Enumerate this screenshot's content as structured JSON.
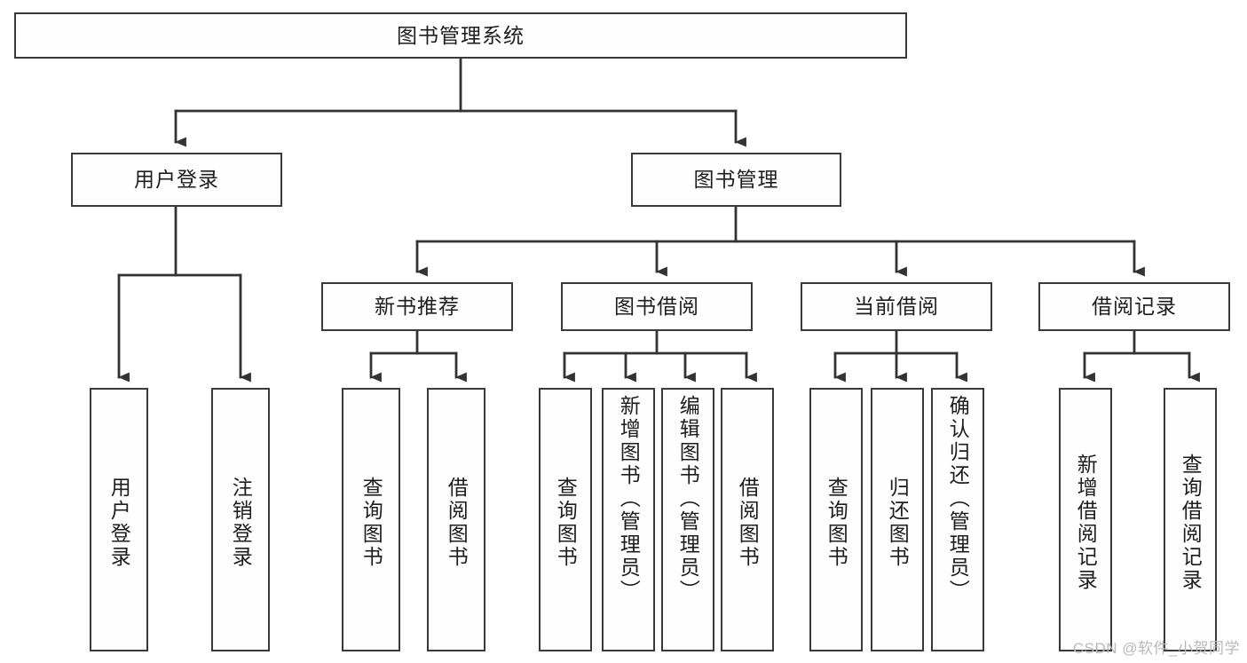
{
  "diagram": {
    "type": "tree-hierarchy-flowchart",
    "title": "图书管理系统",
    "watermark": "CSDN @软件_小贺同学",
    "colors": {
      "box_border": "#3a3a3a",
      "box_fill": "#fefefe",
      "connector": "#333333",
      "text": "#1d1d1d",
      "watermark": "#b9b9b9",
      "background": "#ffffff"
    },
    "levels": {
      "root": {
        "label": "图书管理系统",
        "orientation": "horizontal"
      },
      "level2": [
        {
          "label": "用户登录",
          "orientation": "horizontal"
        },
        {
          "label": "图书管理",
          "orientation": "horizontal"
        }
      ],
      "level3": [
        {
          "label": "新书推荐",
          "orientation": "horizontal",
          "parent": "图书管理"
        },
        {
          "label": "图书借阅",
          "orientation": "horizontal",
          "parent": "图书管理"
        },
        {
          "label": "当前借阅",
          "orientation": "horizontal",
          "parent": "图书管理"
        },
        {
          "label": "借阅记录",
          "orientation": "horizontal",
          "parent": "图书管理"
        }
      ],
      "leaves": [
        {
          "label": "用户登录",
          "orientation": "vertical",
          "parent": "用户登录"
        },
        {
          "label": "注销登录",
          "orientation": "vertical",
          "parent": "用户登录"
        },
        {
          "label": "查询图书",
          "orientation": "vertical",
          "parent": "新书推荐"
        },
        {
          "label": "借阅图书",
          "orientation": "vertical",
          "parent": "新书推荐"
        },
        {
          "label": "查询图书",
          "orientation": "vertical",
          "parent": "图书借阅"
        },
        {
          "label": "新增图书（管理员）",
          "orientation": "vertical",
          "parent": "图书借阅"
        },
        {
          "label": "编辑图书（管理员）",
          "orientation": "vertical",
          "parent": "图书借阅"
        },
        {
          "label": "借阅图书",
          "orientation": "vertical",
          "parent": "图书借阅"
        },
        {
          "label": "查询图书",
          "orientation": "vertical",
          "parent": "当前借阅"
        },
        {
          "label": "归还图书",
          "orientation": "vertical",
          "parent": "当前借阅"
        },
        {
          "label": "确认归还（管理员）",
          "orientation": "vertical",
          "parent": "当前借阅"
        },
        {
          "label": "新增借阅记录",
          "orientation": "vertical",
          "parent": "借阅记录"
        },
        {
          "label": "查询借阅记录",
          "orientation": "vertical",
          "parent": "借阅记录"
        }
      ]
    }
  }
}
